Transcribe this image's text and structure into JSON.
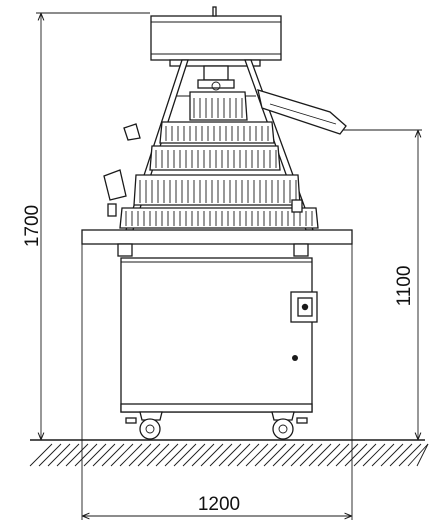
{
  "dimensions": {
    "total_height": "1700",
    "counter_height": "1100",
    "width": "1200"
  }
}
